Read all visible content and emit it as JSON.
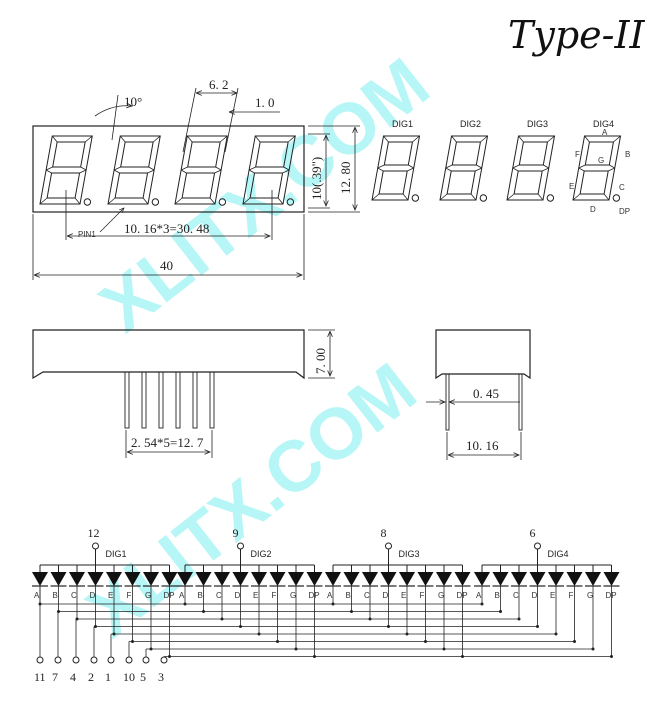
{
  "title": "Type-II",
  "watermark": "XLITX.COM",
  "dims": {
    "angle": "10°",
    "digit_width": "6. 2",
    "gap": "1. 0",
    "pin_pitch": "10. 16*3=30. 48",
    "pin1": "PIN1",
    "length": "40",
    "digit_height": "10(.39\")",
    "body_height": "12. 80",
    "thickness": "7. 00",
    "pins": "2. 54*5=12. 7",
    "pin_dia": "0. 45",
    "row_spacing": "10. 16"
  },
  "segment_labels": {
    "digits": [
      "DIG1",
      "DIG2",
      "DIG3",
      "DIG4"
    ],
    "a": "A",
    "b": "B",
    "c": "C",
    "d": "D",
    "e": "E",
    "f": "F",
    "g": "G",
    "dp": "DP"
  },
  "schematic": {
    "common_pins": [
      "12",
      "9",
      "8",
      "6"
    ],
    "digits": [
      "DIG1",
      "DIG2",
      "DIG3",
      "DIG4"
    ],
    "segments": [
      "A",
      "B",
      "C",
      "D",
      "E",
      "F",
      "G",
      "DP"
    ],
    "bottom_pins": [
      "11",
      "7",
      "4",
      "2",
      "1",
      "10",
      "5",
      "3"
    ]
  }
}
